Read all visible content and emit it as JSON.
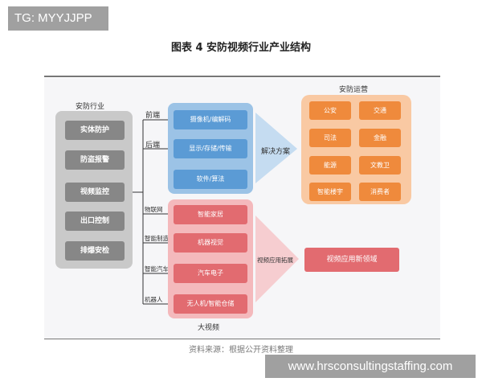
{
  "watermarks": {
    "top_left": "TG: MYYJJPP",
    "bottom_right": "www.hrsconsultingstaffing.com"
  },
  "title": "图表 4   安防视频行业产业结构",
  "source": "资料来源：根据公开资料整理",
  "left": {
    "label": "安防行业",
    "items": [
      "实体防护",
      "防盗报警",
      "视频监控",
      "出口控制",
      "排爆安检"
    ]
  },
  "stage_labels": [
    "前端",
    "后端"
  ],
  "blue": {
    "items": [
      "摄像机/编解码",
      "显示/存储/传输",
      "软件/算法"
    ],
    "arrow_label": "解决方案"
  },
  "red": {
    "side_labels": [
      "物联网",
      "智能制造",
      "智能汽车",
      "机器人"
    ],
    "items": [
      "智能家居",
      "机器视觉",
      "汽车电子",
      "无人机/智能仓储"
    ],
    "bottom_label": "大视频",
    "arrow_label": "视频应用拓展"
  },
  "orange": {
    "label": "安防运营",
    "items": [
      "公安",
      "交通",
      "司法",
      "金融",
      "能源",
      "文教卫",
      "智能楼宇",
      "消费者"
    ]
  },
  "new_field": "视频应用新领域",
  "colors": {
    "gray_item": "#878787",
    "blue_item": "#5b9bd5",
    "red_item": "#e26b70",
    "orange_item": "#ef8a3c",
    "blue_arrow": "#c5dcf1",
    "red_arrow": "#f6cdd0"
  }
}
